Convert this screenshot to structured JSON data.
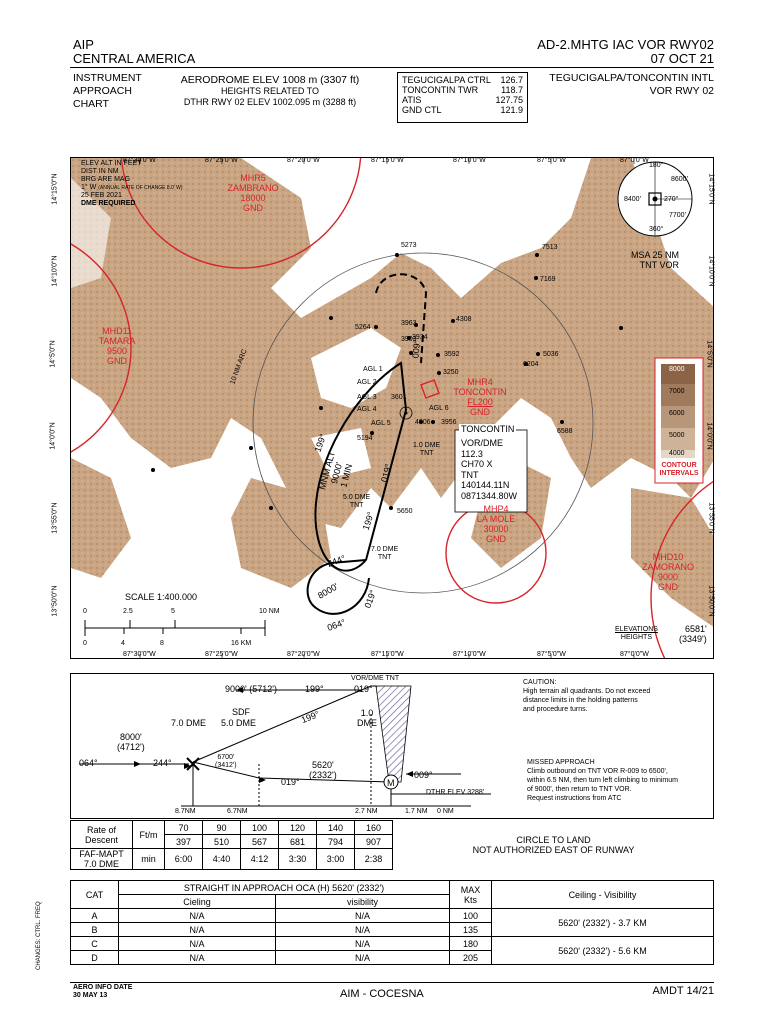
{
  "header": {
    "left_line1": "AIP",
    "left_line2": "CENTRAL AMERICA",
    "right_line1": "AD-2.MHTG IAC VOR RWY02",
    "right_line2": "07 OCT 21"
  },
  "titleblock": {
    "chart_type_1": "INSTRUMENT",
    "chart_type_2": "APPROACH",
    "chart_type_3": "CHART",
    "elev": "AERODROME ELEV 1008 m (3307 ft)",
    "heights1": "HEIGHTS RELATED TO",
    "heights2": "DTHR RWY 02 ELEV 1002.095 m (3288 ft)",
    "comm": [
      {
        "name": "TEGUCIGALPA CTRL",
        "freq": "126.7"
      },
      {
        "name": "TONCONTIN TWR",
        "freq": "118.7"
      },
      {
        "name": "ATIS",
        "freq": "127.75"
      },
      {
        "name": "GND CTL",
        "freq": "121.9"
      }
    ],
    "airport": "TEGUCIGALPA/TONCONTIN INTL",
    "procedure": "VOR RWY 02"
  },
  "map": {
    "lon_labels": [
      "87°30'0\"W",
      "87°25'0\"W",
      "87°20'0\"W",
      "87°15'0\"W",
      "87°10'0\"W",
      "87°5'0\"W",
      "87°0'0\"W"
    ],
    "lat_labels": [
      "14°15'0\"N",
      "14°10'0\"N",
      "14°5'0\"N",
      "14°0'0\"N",
      "13°55'0\"N",
      "13°50'0\"N"
    ],
    "notes": [
      "ELEV ALT IN FEET",
      "DIST IN NM",
      "BRG ARE MAG",
      "1° W",
      "(ANNUAL RATE OF CHANGE 8.0' W)",
      "25 FEB 2021",
      "DME REQUIRED"
    ],
    "areas": [
      {
        "l1": "MHR5",
        "l2": "ZAMBRANO",
        "l3": "18000",
        "l4": "GND"
      },
      {
        "l1": "MHD11",
        "l2": "TAMARA",
        "l3": "9500",
        "l4": "GND"
      },
      {
        "l1": "MHR4",
        "l2": "TONCONTIN",
        "l3": "FL200",
        "l4": "GND"
      },
      {
        "l1": "MHP4",
        "l2": "LA MOLE",
        "l3": "30000",
        "l4": "GND"
      },
      {
        "l1": "MHD10",
        "l2": "ZAMORANO",
        "l3": "9000",
        "l4": "GND"
      }
    ],
    "msa": {
      "label1": "MSA 25 NM",
      "label2": "TNT VOR",
      "n": "180°",
      "e": "8600'",
      "w": "8400'",
      "s": "360°",
      "se": "7700'",
      "r": "270°"
    },
    "spot_elevs": [
      "5273",
      "7513",
      "7169",
      "5264",
      "3963",
      "4308",
      "3934",
      "3903",
      "3592",
      "5036",
      "6204",
      "3250",
      "4006",
      "3956",
      "6588",
      "5194",
      "5650",
      "3601"
    ],
    "agl": [
      "AGL 1",
      "AGL 2",
      "AGL 3",
      "AGL 4",
      "AGL 5",
      "AGL 6"
    ],
    "tracks": [
      "199°",
      "019°",
      "009°",
      "199°",
      "019°",
      "244°",
      "064°",
      "8000'"
    ],
    "dme": [
      "1.0 DME",
      "TNT",
      "5.0 DME",
      "TNT",
      "7.0 DME",
      "TNT"
    ],
    "mnm_alt": "MNM ALT",
    "mnm_val": "9000'",
    "mnm_min": "1 MIN",
    "ten_nm": "10 NM ARC",
    "navaid": {
      "name": "TONCONTIN",
      "type": "VOR/DME",
      "freq": "112.3",
      "ch": "CH70 X",
      "id": "TNT",
      "lat": "140144.11N",
      "lon": "0871344.80W"
    },
    "scale": "SCALE 1:400.000",
    "nm_ticks": [
      "0",
      "2.5",
      "5",
      "10 NM"
    ],
    "km_ticks": [
      "0",
      "4",
      "8",
      "16 KM"
    ],
    "contour_levels": [
      "8000",
      "7000",
      "6000",
      "5000",
      "4000"
    ],
    "contour_label1": "CONTOUR",
    "contour_label2": "INTERVALS",
    "elev_label1": "ELEVATIONS",
    "elev_label2": "HEIGHTS",
    "elev_sample1": "6581'",
    "elev_sample2": "(3349')"
  },
  "profile": {
    "vor_label": "VOR/DME TNT",
    "alt1": "9000' (5712')",
    "trk199a": "199°",
    "trk019a": "019°",
    "trk199b": "199°",
    "sdf": "SDF",
    "dme7": "7.0 DME",
    "dme5": "5.0 DME",
    "dme1a": "1.0",
    "dme1b": "DME",
    "alt8000": "8000'",
    "alt8000b": "(4712')",
    "trk064": "064°",
    "trk244": "244°",
    "alt6700": "6700'",
    "alt6700b": "(3412')",
    "alt5620": "5620'",
    "alt5620b": "(2332')",
    "trk019b": "019°",
    "trk009": "009°",
    "dthr": "DTHR ELEV 3288'",
    "d87": "8.7NM",
    "d67": "6.7NM",
    "d27": "2.7 NM",
    "d17": "1.7 NM",
    "d0": "0 NM",
    "caution_title": "CAUTION:",
    "caution1": "High terrain all quadrants. Do not exceed",
    "caution2": "distance limits in the holding patterns",
    "caution3": "and procedure turns.",
    "missed_title": "MISSED APPROACH",
    "missed1": "Climb outbound on TNT VOR R-009 to 6500',",
    "missed2": "within 6.5 NM, then turn left climbing to minimum",
    "missed3": "of 9000', then return to TNT VOR.",
    "missed4": "Request instructions from ATC"
  },
  "rate": {
    "label1": "Rate of",
    "label2": "Descent",
    "unit1": "Ft/m",
    "speeds": [
      "70",
      "90",
      "100",
      "120",
      "140",
      "160"
    ],
    "rates": [
      "397",
      "510",
      "567",
      "681",
      "794",
      "907"
    ],
    "faf1": "FAF-MAPT",
    "faf2": "7.0 DME",
    "unit2": "min",
    "times": [
      "6:00",
      "4:40",
      "4:12",
      "3:30",
      "3:00",
      "2:38"
    ],
    "circle1": "CIRCLE TO LAND",
    "circle2": "NOT AUTHORIZED EAST OF RUNWAY"
  },
  "minima": {
    "cat": "CAT",
    "straight": "STRAIGHT IN APPROACH   OCA (H) 5620' (2332')",
    "ceiling": "Cieling",
    "visibility": "visibility",
    "max": "MAX",
    "kts": "Kts",
    "cv": "Ceiling - Visibility",
    "rows": [
      {
        "cat": "A",
        "c": "N/A",
        "v": "N/A",
        "kts": "100",
        "cv": ""
      },
      {
        "cat": "B",
        "c": "N/A",
        "v": "N/A",
        "kts": "135",
        "cv": "5620' (2332') - 3.7 KM"
      },
      {
        "cat": "C",
        "c": "N/A",
        "v": "N/A",
        "kts": "180",
        "cv": ""
      },
      {
        "cat": "D",
        "c": "N/A",
        "v": "N/A",
        "kts": "205",
        "cv": "5620' (2332') - 5.6 KM"
      }
    ],
    "changes": "CHANGES: CTRL. FREQ"
  },
  "footer": {
    "date1": "AERO INFO DATE",
    "date2": "30 MAY 13",
    "center": "AIM - COCESNA",
    "amdt": "AMDT 14/21"
  }
}
